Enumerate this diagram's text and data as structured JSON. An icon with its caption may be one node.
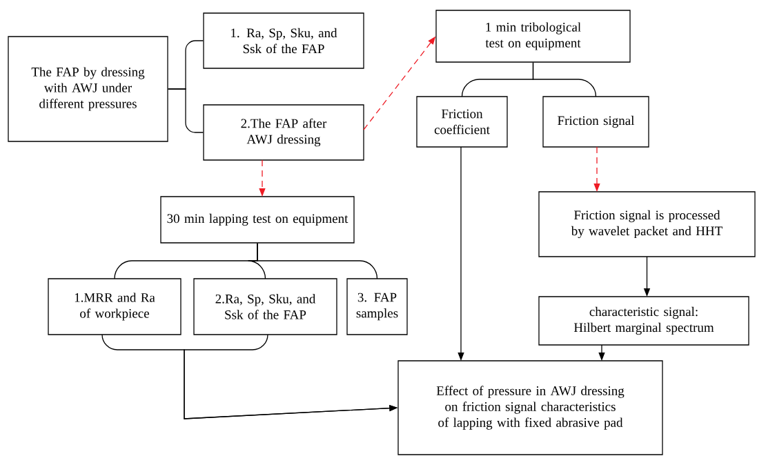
{
  "diagram": {
    "nodes": [
      {
        "text": [
          "The FAP by dressing with AWJ under different pressures"
        ]
      },
      {
        "text": [
          "1. Ra, Sp, Sku, and Ssk of the FAP"
        ]
      },
      {
        "text": [
          "2.The FAP after AWJ dressing"
        ]
      },
      {
        "text": [
          "1 min tribological test on equipment"
        ]
      },
      {
        "text": [
          "Friction coefficient"
        ]
      },
      {
        "text": [
          "Friction signal"
        ]
      },
      {
        "text": [
          "30 min lapping test on equipment"
        ]
      },
      {
        "text": [
          "1.MRR and Ra of workpiece"
        ]
      },
      {
        "text": [
          "2.Ra, Sp, Sku, and Ssk of the FAP"
        ]
      },
      {
        "text": [
          "3. FAP samples"
        ]
      },
      {
        "text": [
          "Friction signal is processed by wavelet packet and HHT"
        ]
      },
      {
        "text": [
          "characteristic signal: Hilbert marginal spectrum"
        ]
      },
      {
        "text": [
          "Effect of pressure in AWJ dressing on friction signal characteristics of lapping with fixed abrasive pad"
        ]
      }
    ],
    "edges": [
      {
        "from": 0,
        "to": 1,
        "arrow": "none"
      },
      {
        "from": 0,
        "to": 2,
        "arrow": "none"
      },
      {
        "from": 2,
        "to": 3,
        "arrow": "to",
        "style": "dashed",
        "color": "#ee1c25"
      },
      {
        "from": 2,
        "to": 6,
        "arrow": "to",
        "style": "dashed",
        "color": "#ee1c25"
      },
      {
        "from": 3,
        "to": 4,
        "arrow": "none"
      },
      {
        "from": 3,
        "to": 5,
        "arrow": "none"
      },
      {
        "from": 6,
        "to": 7,
        "arrow": "none"
      },
      {
        "from": 6,
        "to": 8,
        "arrow": "none"
      },
      {
        "from": 6,
        "to": 9,
        "arrow": "none"
      },
      {
        "from": 5,
        "to": 10,
        "arrow": "to",
        "style": "dashed",
        "color": "#ee1c25"
      },
      {
        "from": 10,
        "to": 11,
        "arrow": "to"
      },
      {
        "from": 4,
        "to": 12,
        "arrow": "to"
      },
      {
        "from": 11,
        "to": 12,
        "arrow": "to"
      },
      {
        "from": 7,
        "to": 12,
        "arrow": "to"
      },
      {
        "from": 8,
        "to": 12,
        "arrow": "to"
      }
    ]
  }
}
